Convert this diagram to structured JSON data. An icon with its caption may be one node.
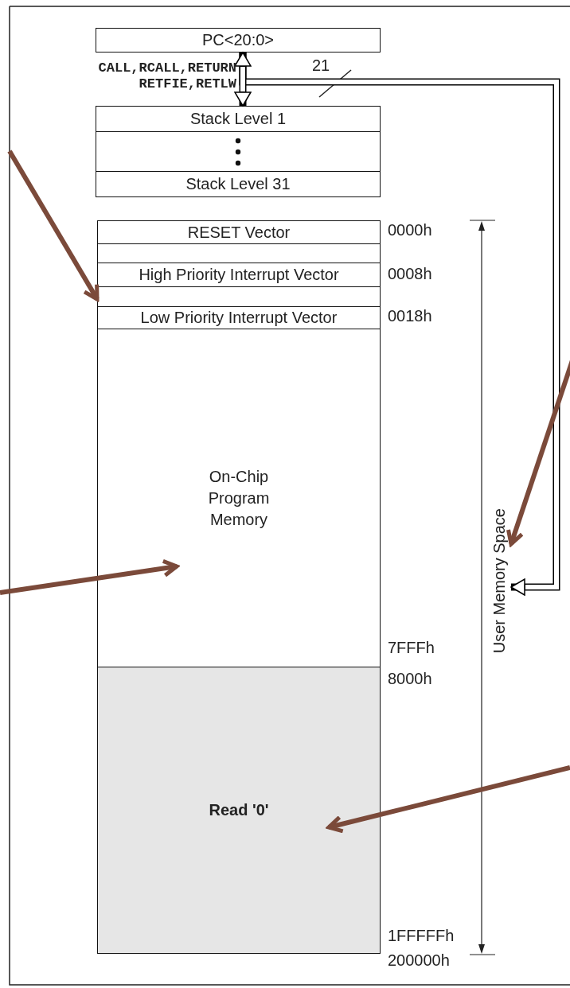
{
  "diagram": {
    "nodes": [
      {
        "text": [
          "PC<20:0>"
        ]
      },
      {
        "text": [
          "Stack Level 1"
        ]
      },
      {
        "text": [],
        "shape": "box"
      },
      {
        "text": [
          "Stack Level 31"
        ]
      },
      {
        "text": [
          "RESET Vector"
        ]
      },
      {
        "text": [],
        "shape": "box"
      },
      {
        "text": [
          "High Priority Interrupt Vector"
        ]
      },
      {
        "text": [],
        "shape": "box"
      },
      {
        "text": [
          "Low Priority Interrupt Vector"
        ]
      },
      {
        "text": [
          "On-Chip Program Memory"
        ]
      },
      {
        "text": [
          "Read '0'"
        ]
      },
      {
        "text": [
          "User Memory Space"
        ]
      }
    ],
    "edges": [
      {
        "from": 0,
        "to": 1,
        "arrow": "both",
        "label": "CALL,RCALL,RETURN RETFIE,RETLW",
        "color": "#000000"
      },
      {
        "from": 0,
        "to": 11,
        "arrow": "to",
        "label": "21",
        "color": "#000000"
      },
      {
        "from": null,
        "to": 7,
        "arrow": "to"
      },
      {
        "from": null,
        "to": 9,
        "arrow": "to"
      },
      {
        "from": null,
        "to": 11,
        "arrow": "to"
      },
      {
        "from": null,
        "to": 10,
        "arrow": "to"
      }
    ],
    "labels": [
      "0000h",
      "0008h",
      "0018h",
      "7FFFh",
      "8000h",
      "1FFFFFh",
      "200000h"
    ]
  }
}
